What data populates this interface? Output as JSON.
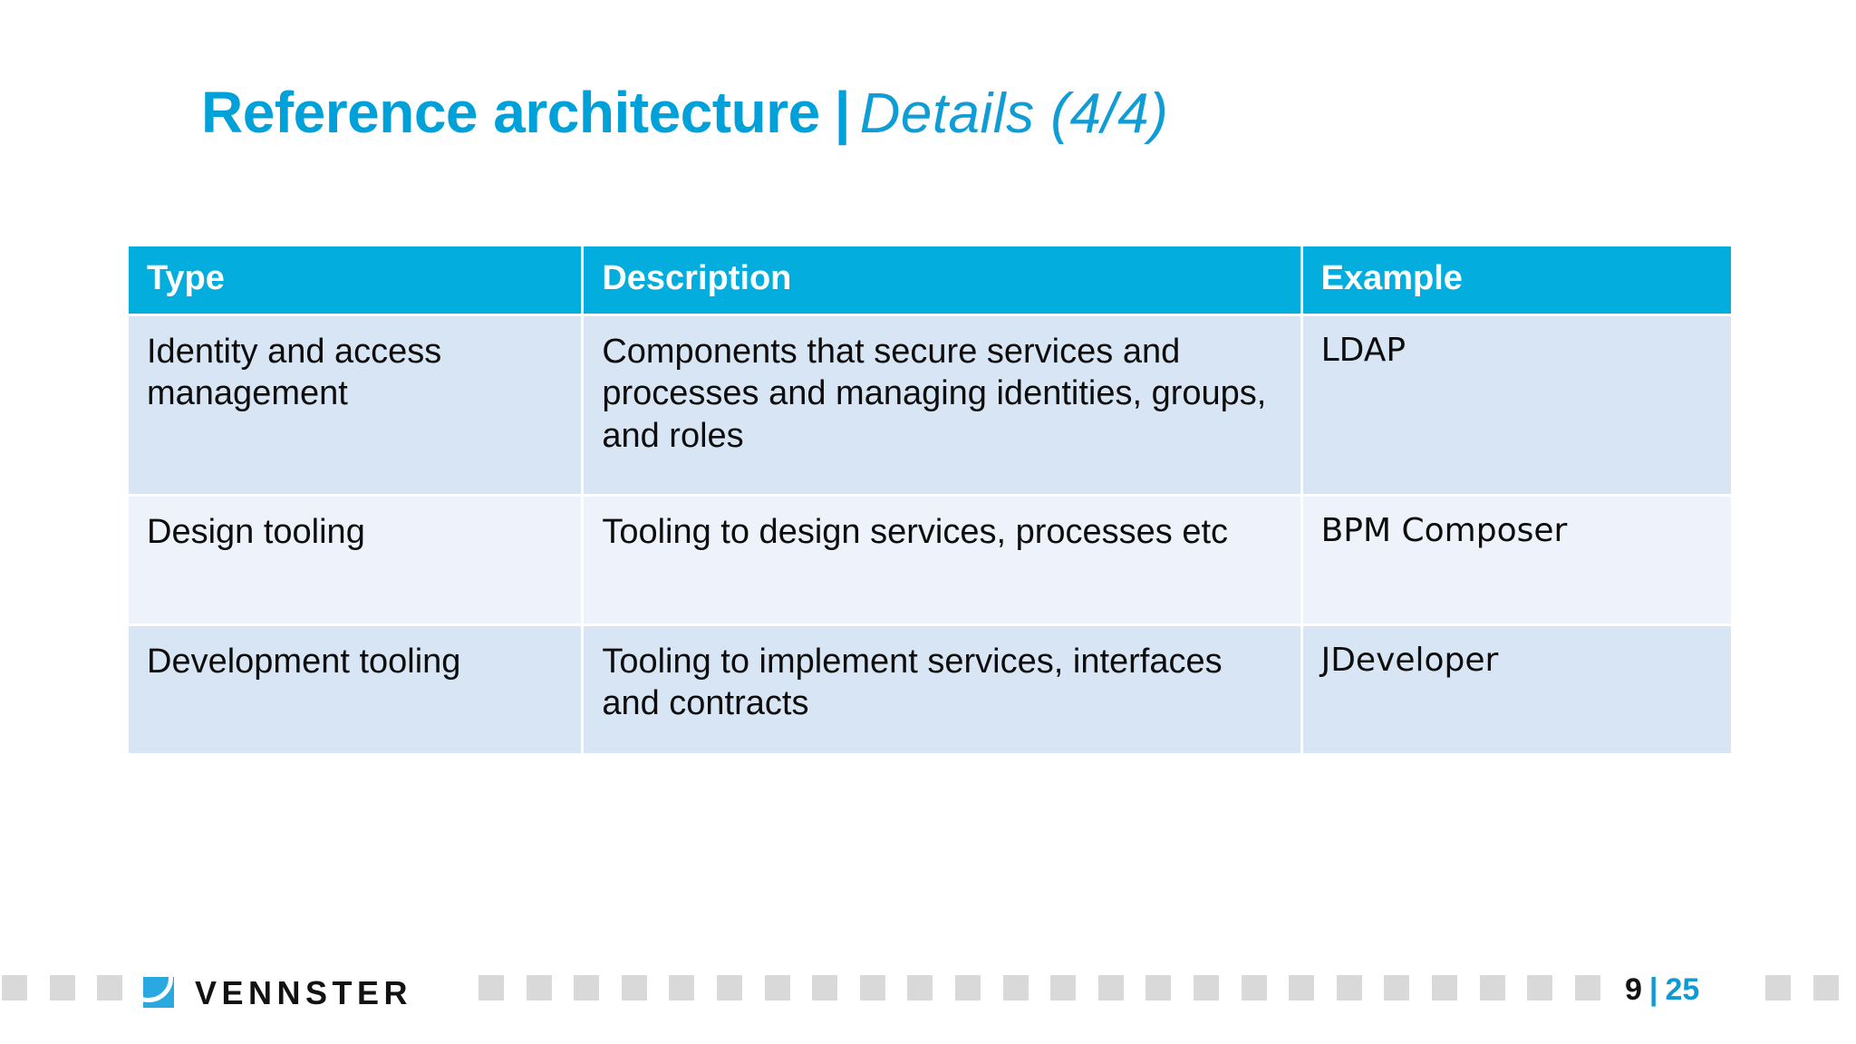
{
  "slide": {
    "title_main": "Reference architecture",
    "title_separator": "|",
    "title_sub": "Details (4/4)"
  },
  "table": {
    "headers": [
      "Type",
      "Description",
      "Example"
    ],
    "rows": [
      {
        "type": "Identity and access management",
        "description": "Components that secure services and processes and managing identities, groups, and roles",
        "example": "LDAP"
      },
      {
        "type": "Design tooling",
        "description": "Tooling to design services, processes etc",
        "example": "BPM Composer"
      },
      {
        "type": "Development tooling",
        "description": "Tooling to implement services, interfaces and contracts",
        "example": "JDeveloper"
      }
    ]
  },
  "footer": {
    "logo_text": "VENNSTER",
    "current_page": "9",
    "page_separator": "|",
    "total_pages": "25"
  },
  "colors": {
    "accent": "#03aede",
    "title": "#00a0d8",
    "band_dark": "#d8e5f4",
    "band_light": "#eef3fb",
    "footer_square": "#d9d9d9",
    "logo_square": "#29a9e0"
  }
}
